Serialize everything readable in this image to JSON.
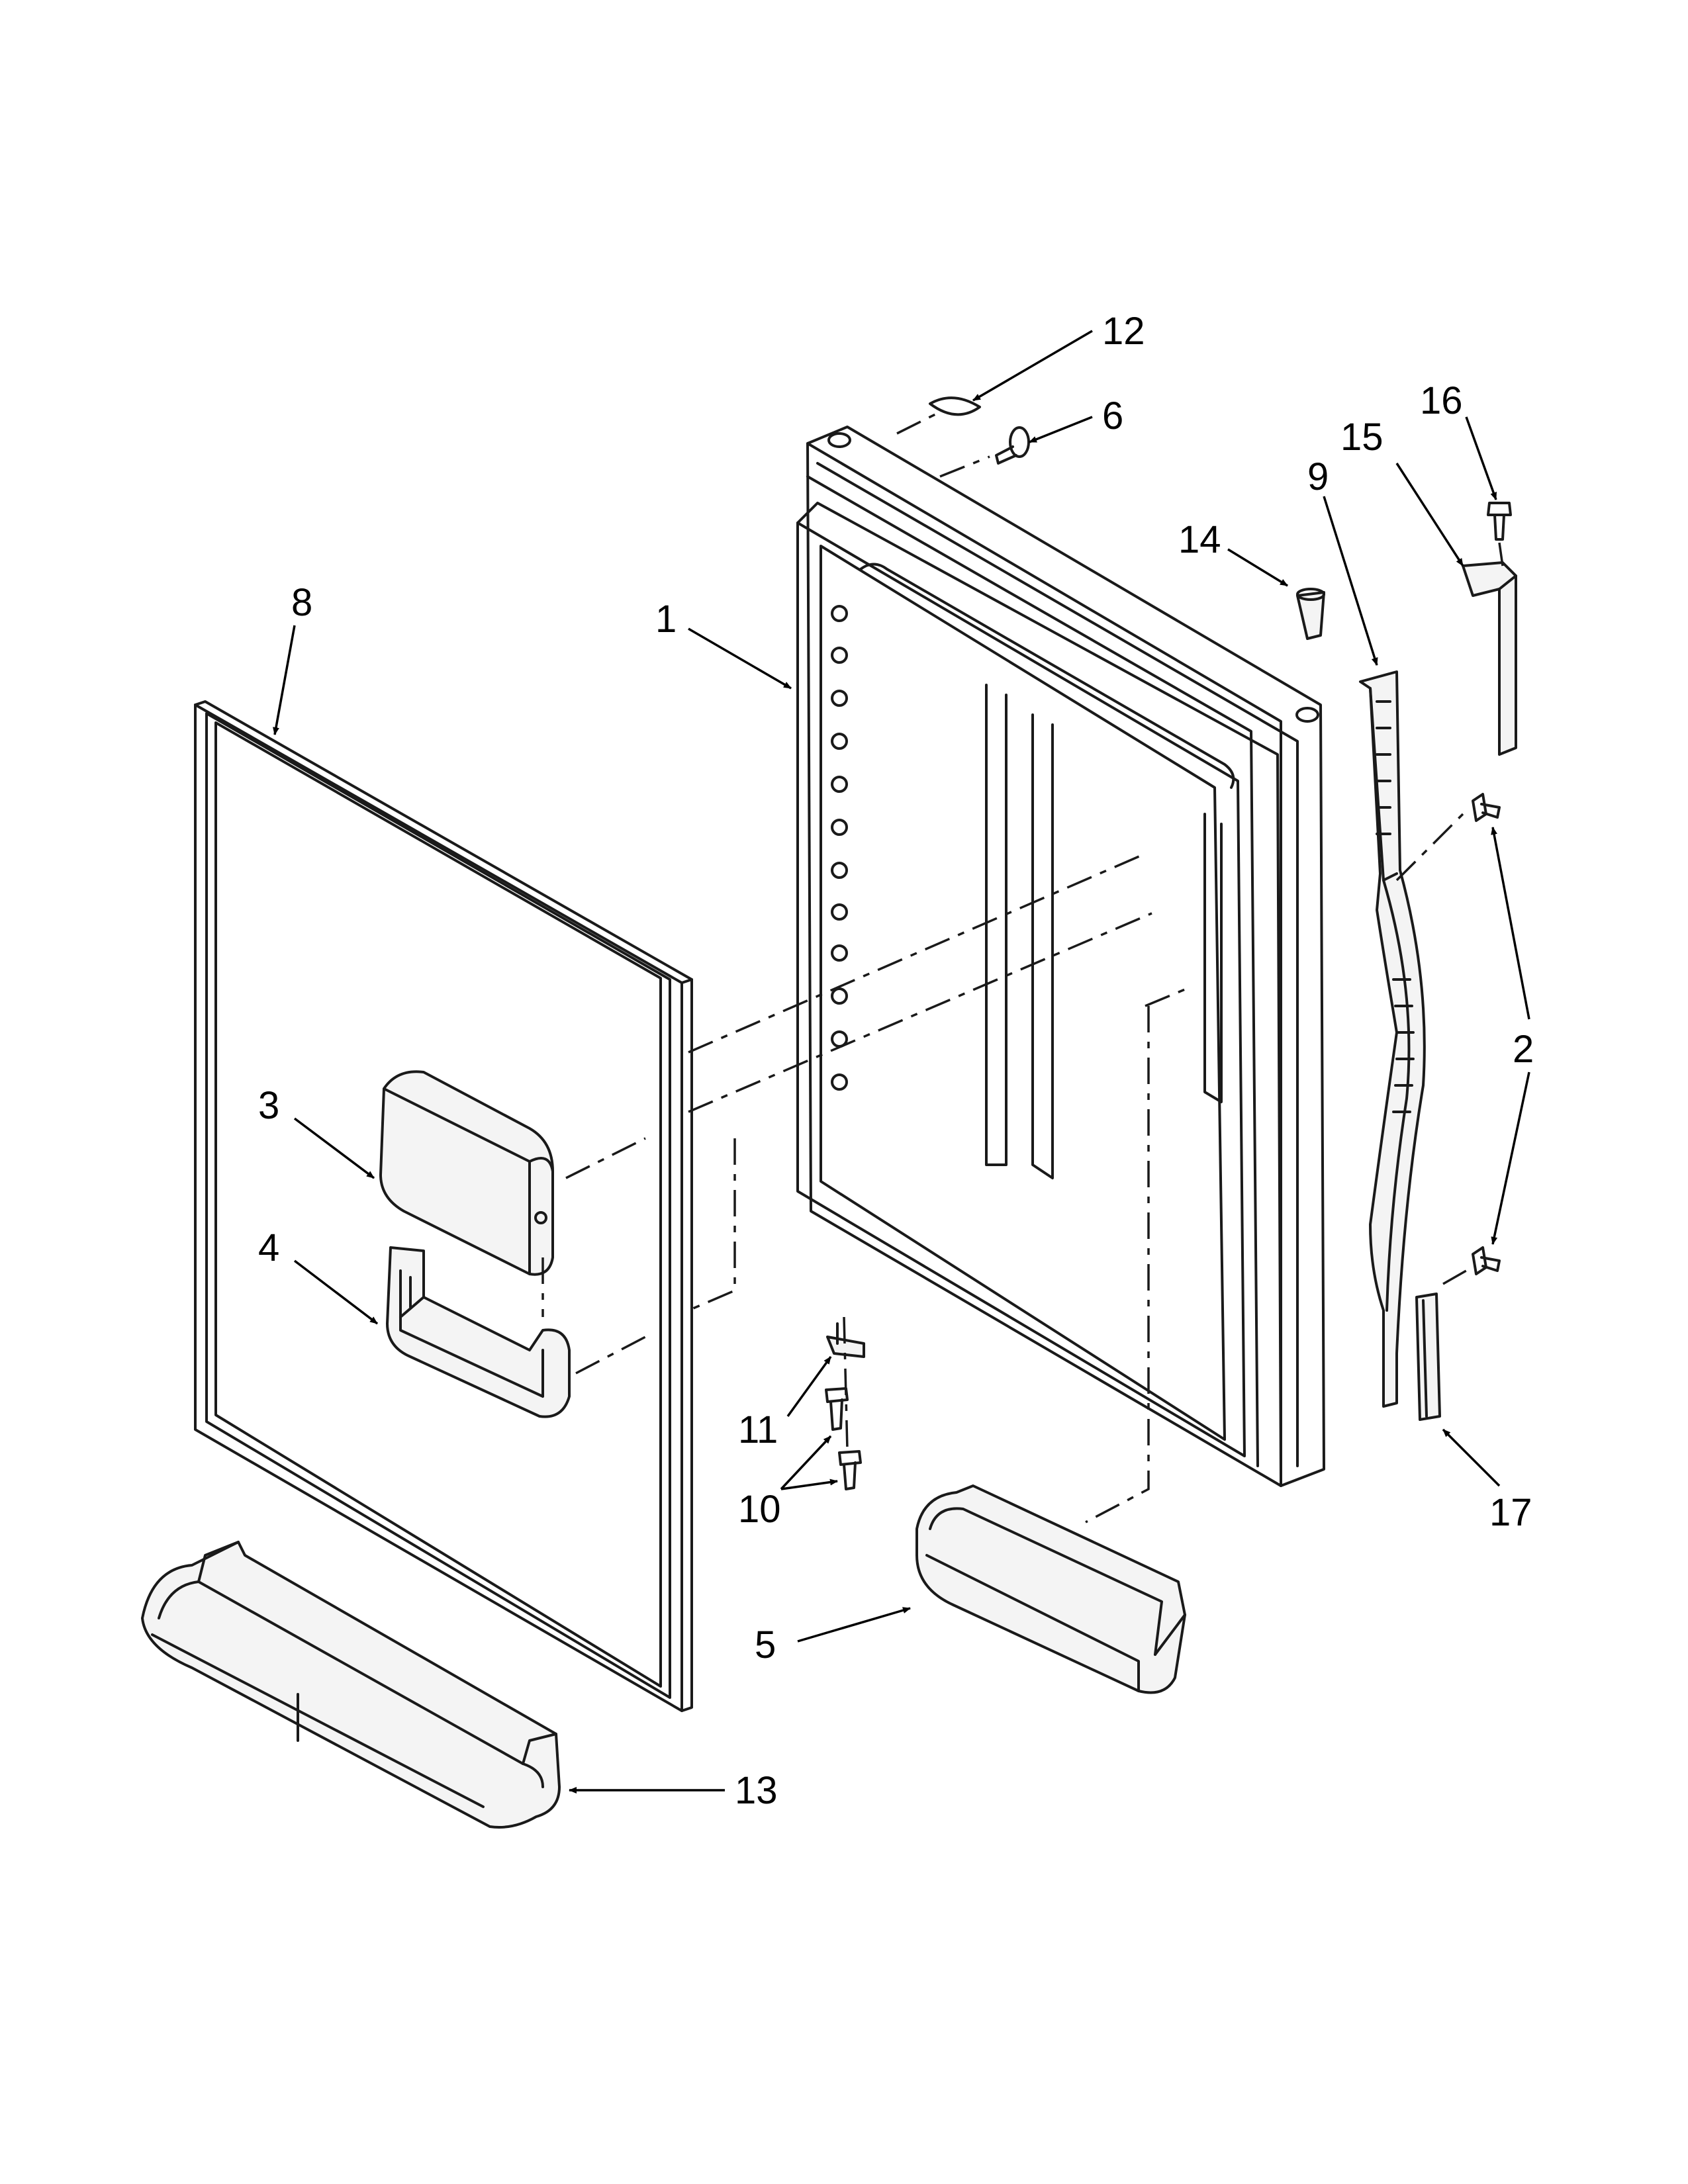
{
  "callouts": {
    "c1": "1",
    "c2": "2",
    "c3": "3",
    "c4": "4",
    "c5": "5",
    "c6": "6",
    "c8": "8",
    "c9": "9",
    "c10": "10",
    "c11": "11",
    "c12": "12",
    "c13": "13",
    "c14": "14",
    "c15": "15",
    "c16": "16",
    "c17": "17"
  }
}
